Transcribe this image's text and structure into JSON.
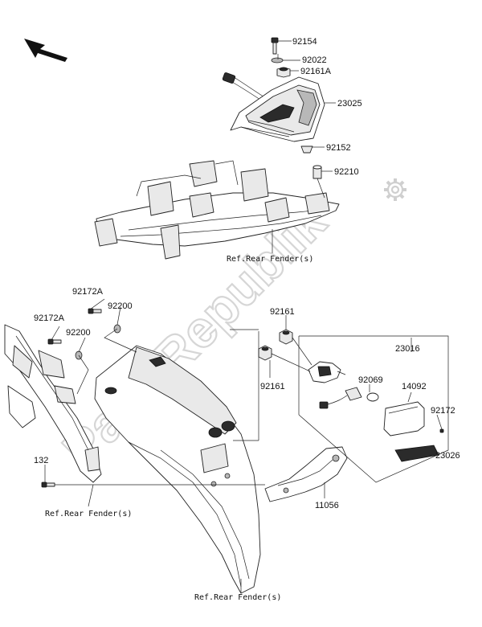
{
  "watermark": "PartsRepublik",
  "part_numbers": {
    "p92154": "92154",
    "p92022": "92022",
    "p92161A": "92161A",
    "p23025": "23025",
    "p92152": "92152",
    "p92210": "92210",
    "p92172A_top": "92172A",
    "p92200_top": "92200",
    "p92172A_left": "92172A",
    "p92200_left": "92200",
    "p92161_top": "92161",
    "p92161_bottom": "92161",
    "p23016": "23016",
    "p92069": "92069",
    "p14092": "14092",
    "p92172": "92172",
    "p23026": "23026",
    "p132": "132",
    "p11056": "11056"
  },
  "references": {
    "ref_upper": "Ref.Rear Fender(s)",
    "ref_left": "Ref.Rear Fender(s)",
    "ref_bottom": "Ref.Rear Fender(s)"
  },
  "icons": {
    "direction": "arrow-icon",
    "gear": "gear-icon"
  }
}
